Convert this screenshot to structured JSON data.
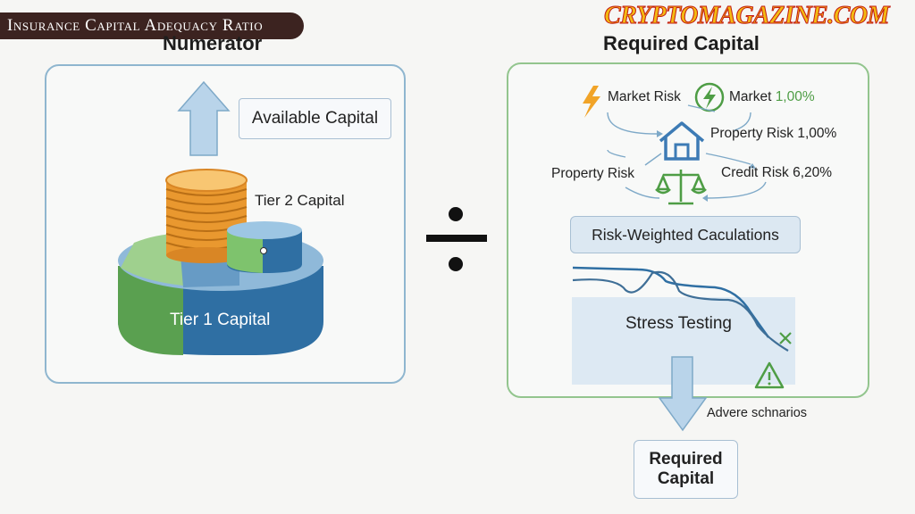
{
  "header": {
    "title": "Insurance Capital Adequacy Ratio",
    "brand": "CRYPTOMAGAZINE.COM"
  },
  "left": {
    "heading": "Numerator",
    "available_capital": "Available Capital",
    "tier2": "Tier 2 Capital",
    "tier1": "Tier 1 Capital"
  },
  "right": {
    "heading": "Required Capital",
    "market_risk": "Market Risk",
    "market_label": "Market",
    "market_value": "1,00%",
    "property_risk_value": "Property Risk 1,00%",
    "property_risk": "Property Risk",
    "credit_risk": "Credit Risk 6,20%",
    "risk_weighted": "Risk-Weighted Caculations",
    "stress_testing": "Stress Testing",
    "adverse": "Advere schnarios",
    "required_line1": "Required",
    "required_line2": "Capital"
  },
  "colors": {
    "left_border": "#8fb6cf",
    "right_border": "#93c58e",
    "blue": "#2f6fa3",
    "green": "#5aa050",
    "coin": "#f0a640",
    "arrow": "#b9d4ea",
    "lightning": "#f1a428"
  },
  "icons": [
    "up-arrow-icon",
    "coin-stack-icon",
    "lightning-icon",
    "green-lightning-icon",
    "house-icon",
    "scales-icon",
    "warning-icon",
    "cross-icon",
    "down-arrow-icon",
    "divide-icon"
  ]
}
